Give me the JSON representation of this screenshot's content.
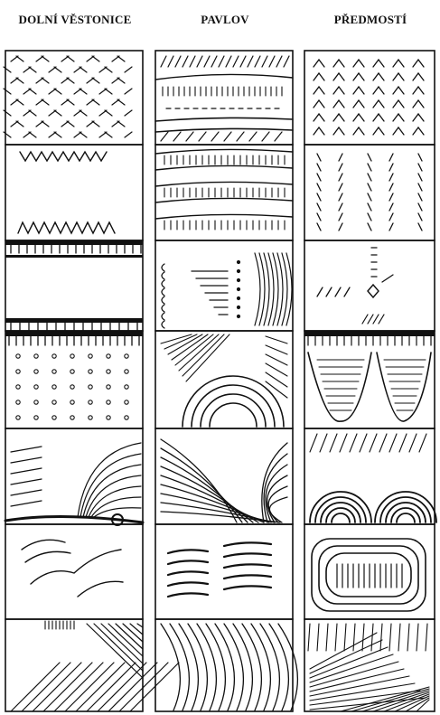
{
  "columns": [
    {
      "name": "DOLNÍ VĚSTONICE"
    },
    {
      "name": "PAVLOV"
    },
    {
      "name": "PŘEDMOSTÍ"
    }
  ]
}
